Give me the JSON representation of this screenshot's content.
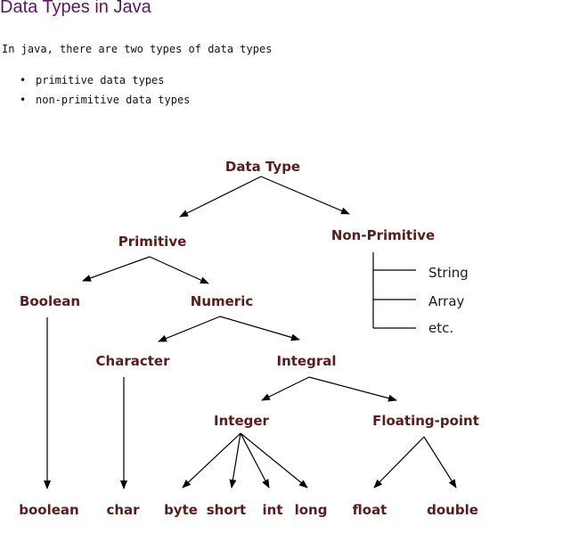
{
  "page": {
    "title": "Data Types in Java",
    "intro": "In java, there are two types of data types",
    "list": [
      "primitive data types",
      "non-primitive data types"
    ],
    "bullet": "•"
  },
  "diagram": {
    "nodes": {
      "root": "Data Type",
      "primitive": "Primitive",
      "non_primitive": "Non-Primitive",
      "boolean_group": "Boolean",
      "numeric": "Numeric",
      "character": "Character",
      "integral": "Integral",
      "integer": "Integer",
      "floating_point": "Floating-point"
    },
    "non_primitive_items": [
      "String",
      "Array",
      "etc."
    ],
    "leaves": {
      "boolean": "boolean",
      "char": "char",
      "byte": "byte",
      "short": "short",
      "int": "int",
      "long": "long",
      "float": "float",
      "double": "double"
    }
  }
}
